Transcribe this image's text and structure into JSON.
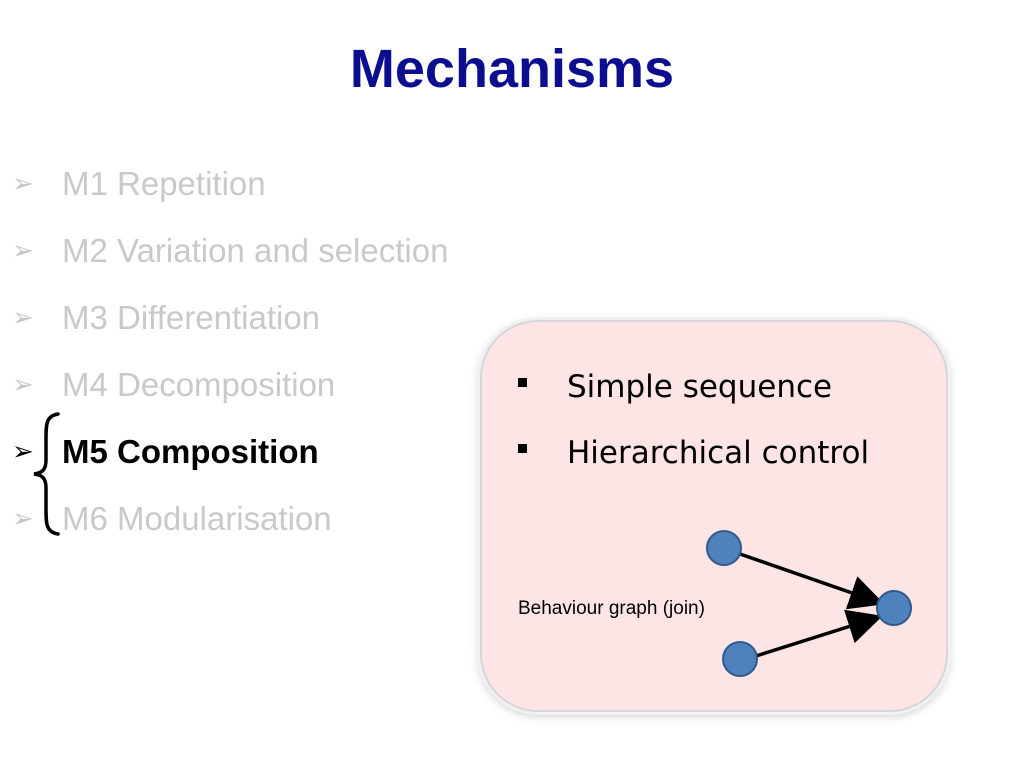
{
  "slide": {
    "title": "Mechanisms"
  },
  "bullets": [
    {
      "label": "M1 Repetition",
      "active": false
    },
    {
      "label": "M2 Variation and selection",
      "active": false
    },
    {
      "label": "M3 Differentiation",
      "active": false
    },
    {
      "label": "M4 Decomposition",
      "active": false
    },
    {
      "label": "M5 Composition",
      "active": true
    },
    {
      "label": "M6 Modularisation",
      "active": false
    }
  ],
  "bullet_arrow_glyph": "➢",
  "card": {
    "items": [
      {
        "label": "Simple sequence"
      },
      {
        "label": "Hierarchical control"
      }
    ],
    "graph_label": "Behaviour graph (join)",
    "background_color": "#fde5e5"
  },
  "colors": {
    "title": "#0b0f8f",
    "inactive_text": "#c9c9c9",
    "active_text": "#000000",
    "node_fill": "#4f81bd",
    "node_stroke": "#2e5a8c"
  }
}
